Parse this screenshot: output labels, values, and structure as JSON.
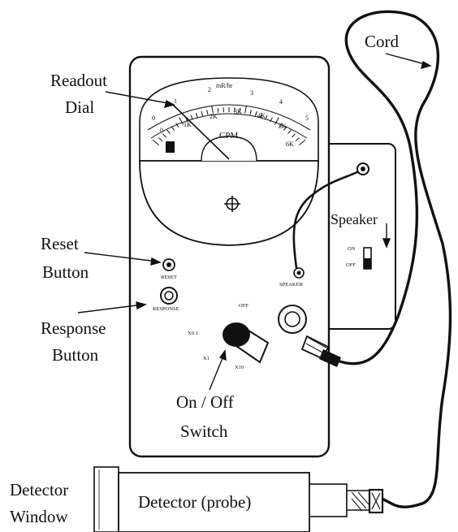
{
  "labels": {
    "readout_line1": "Readout",
    "readout_line2": "Dial",
    "cord": "Cord",
    "speaker": "Speaker",
    "reset_line1": "Reset",
    "reset_line2": "Button",
    "response_line1": "Response",
    "response_line2": "Button",
    "onoff_line1": "On / Off",
    "onoff_line2": "Switch",
    "detector_window_line1": "Detector",
    "detector_window_line2": "Window",
    "detector_probe": "Detector (probe)"
  },
  "dial": {
    "unit_mr": "mR/hr",
    "unit_cpm": "CPM",
    "mr_ticks": [
      "0",
      "1",
      "2",
      "3",
      "4",
      "5"
    ],
    "cpm_ticks": [
      "0",
      "1K",
      "2K",
      "3K",
      "4K",
      "5K",
      "6K"
    ]
  },
  "panel": {
    "reset_text": "RESET",
    "response_text": "RESPONSE",
    "speaker_jack_text": "SPEAKER",
    "speaker_on": "ON",
    "speaker_off": "OFF",
    "switch_off": "OFF",
    "switch_x01": "X0.1",
    "switch_x1": "X1",
    "switch_x10": "X10"
  }
}
